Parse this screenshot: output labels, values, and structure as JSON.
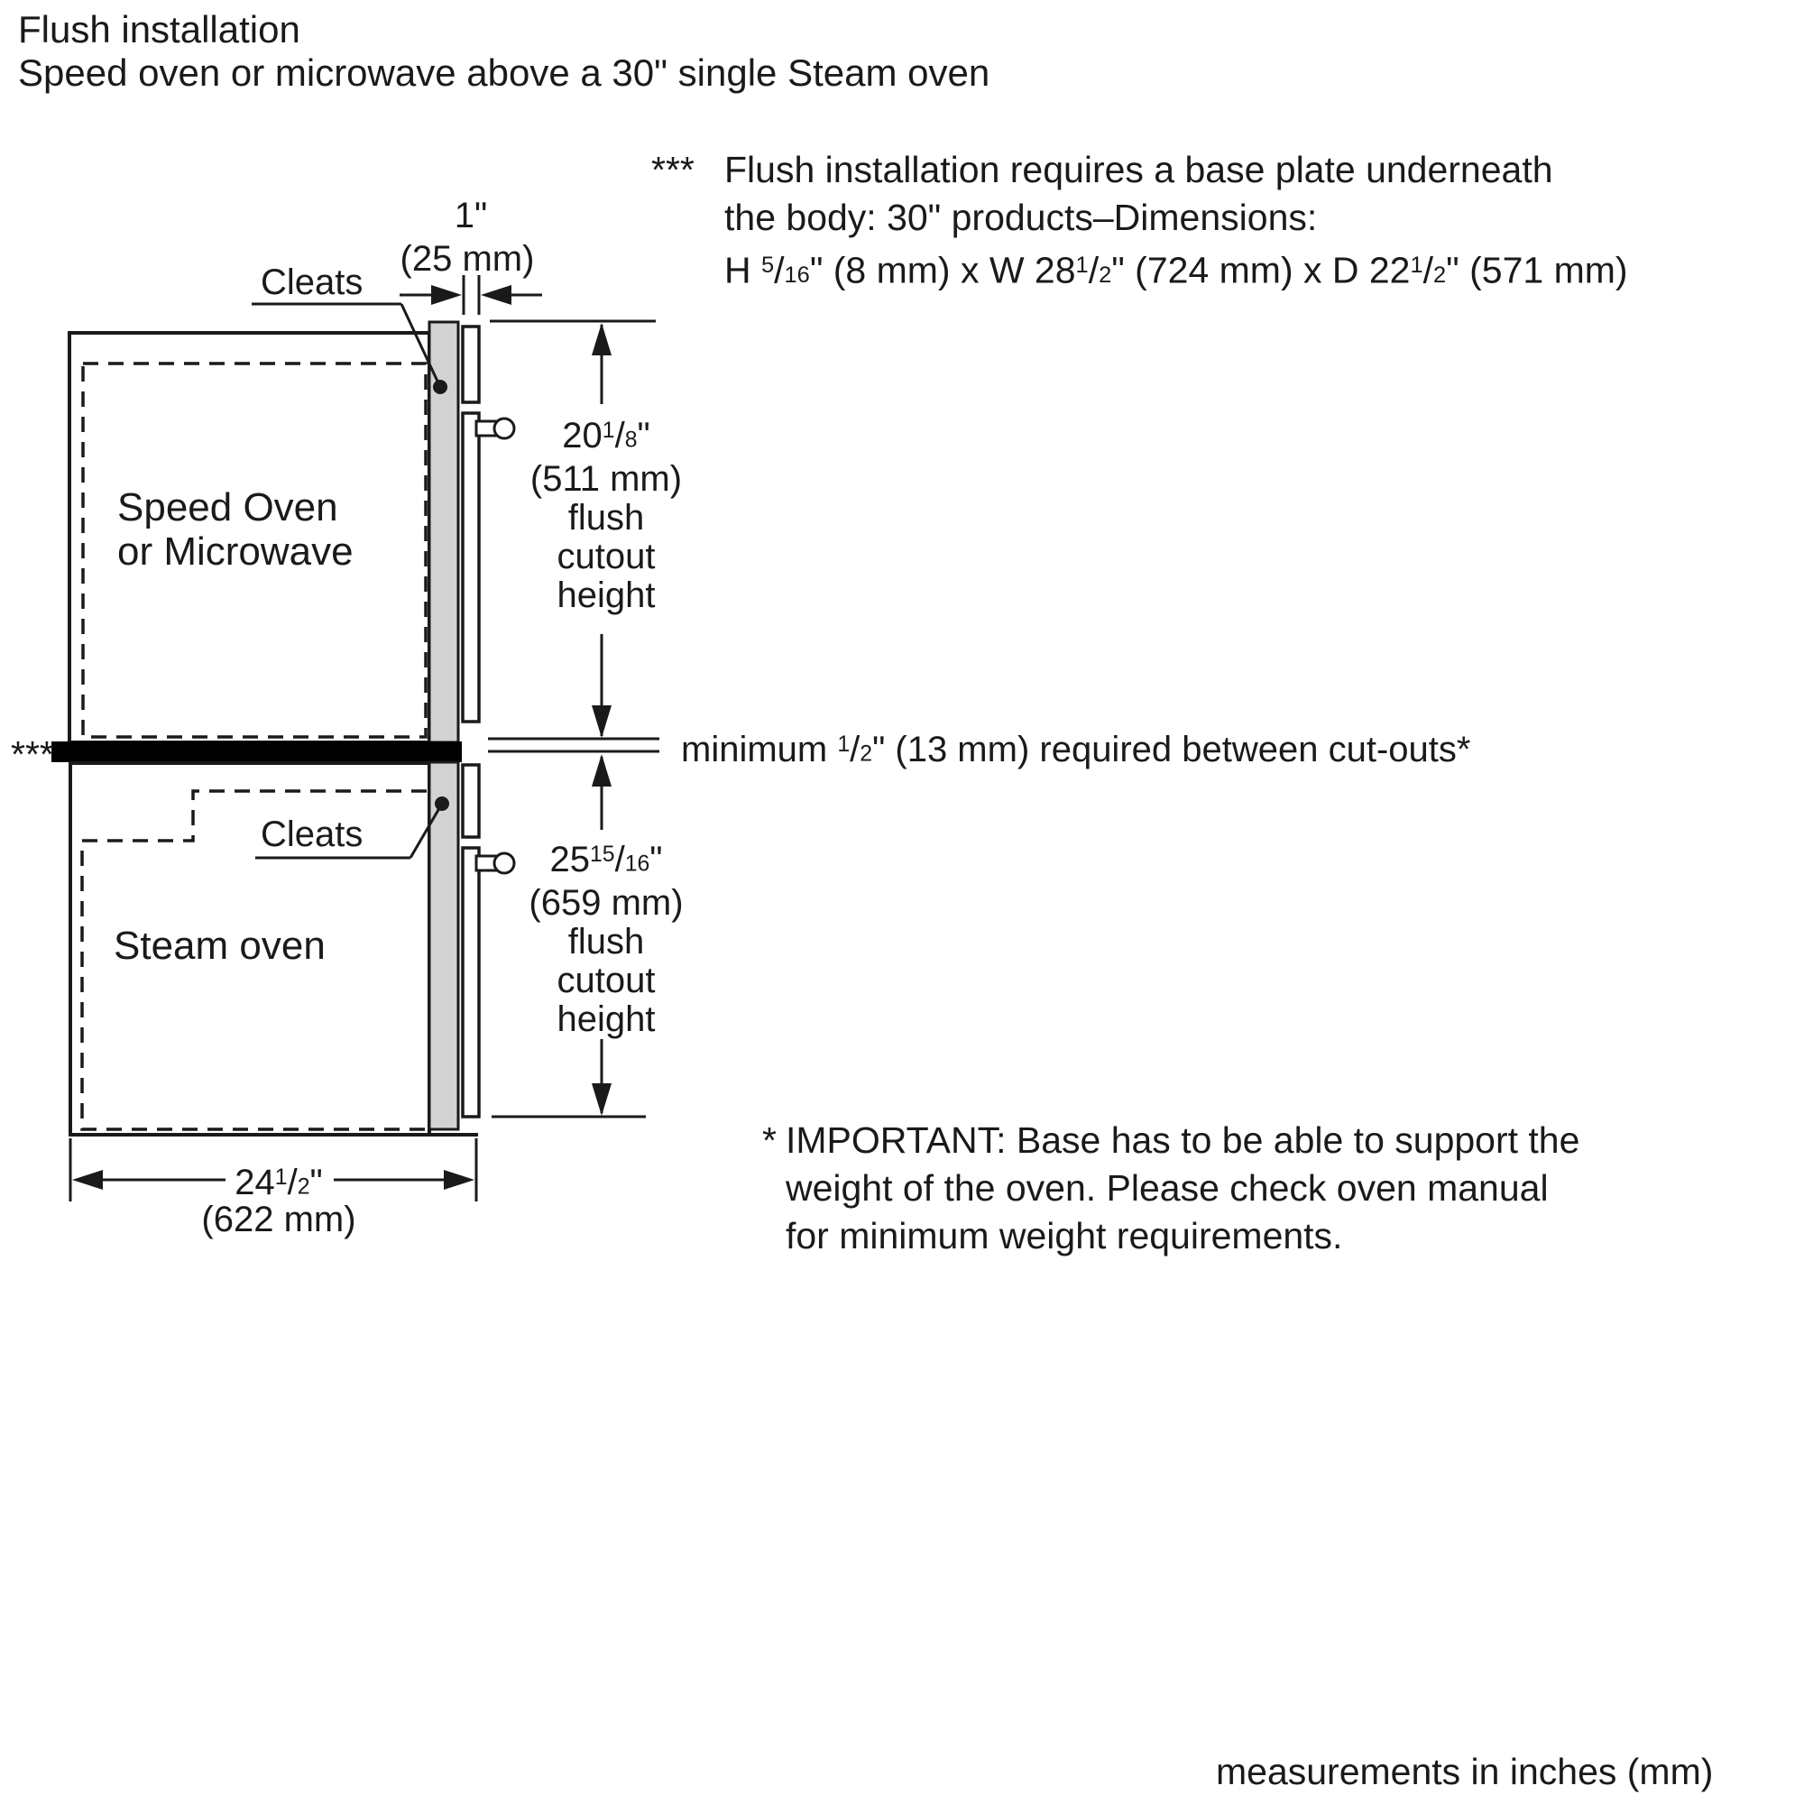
{
  "page": {
    "title_line1": "Flush installation",
    "title_line2": "Speed oven or microwave above a 30\" single Steam oven",
    "footer": "measurements in inches (mm)"
  },
  "notes": {
    "base_plate": {
      "marker": "***",
      "line1": "Flush installation requires a base plate underneath",
      "line2": "the body: 30\" products–Dimensions:",
      "dimensions_segments": [
        {
          "t": "H "
        },
        {
          "t": "5",
          "v": "sup"
        },
        {
          "t": "/"
        },
        {
          "t": "16",
          "v": "sub"
        },
        {
          "t": "\" (8 mm) x W 28"
        },
        {
          "t": "1",
          "v": "sup"
        },
        {
          "t": "/"
        },
        {
          "t": "2",
          "v": "sub"
        },
        {
          "t": "\" (724 mm) x D 22"
        },
        {
          "t": "1",
          "v": "sup"
        },
        {
          "t": "/"
        },
        {
          "t": "2",
          "v": "sub"
        },
        {
          "t": "\" (571 mm)"
        }
      ]
    },
    "between_cutouts": {
      "segments": [
        {
          "t": "minimum "
        },
        {
          "t": "1",
          "v": "sup"
        },
        {
          "t": "/"
        },
        {
          "t": "2",
          "v": "sub"
        },
        {
          "t": "\" (13 mm) required between cut-outs*"
        }
      ]
    },
    "left_marker": "***",
    "important": {
      "marker": "*",
      "line1": "IMPORTANT: Base has to be able to support the",
      "line2": "weight of the oven. Please check oven manual",
      "line3": "for minimum weight requirements."
    }
  },
  "diagram": {
    "upper_compartment_line1": "Speed Oven",
    "upper_compartment_line2": "or Microwave",
    "lower_compartment_label": "Steam oven",
    "cleats_label_upper": "Cleats",
    "cleats_label_lower": "Cleats",
    "dim_cleat_depth": {
      "inch": "1\"",
      "mm": "(25 mm)"
    },
    "dim_upper_cutout": {
      "value_segments": [
        {
          "t": "20"
        },
        {
          "t": "1",
          "v": "sup"
        },
        {
          "t": "/"
        },
        {
          "t": "8",
          "v": "sub"
        },
        {
          "t": "\""
        }
      ],
      "mm": "(511 mm)",
      "desc_line1": "flush",
      "desc_line2": "cutout",
      "desc_line3": "height"
    },
    "dim_lower_cutout": {
      "value_segments": [
        {
          "t": "25"
        },
        {
          "t": "15",
          "v": "sup"
        },
        {
          "t": "/"
        },
        {
          "t": "16",
          "v": "sub"
        },
        {
          "t": "\""
        }
      ],
      "mm": "(659 mm)",
      "desc_line1": "flush",
      "desc_line2": "cutout",
      "desc_line3": "height"
    },
    "dim_width": {
      "value_segments": [
        {
          "t": "24"
        },
        {
          "t": "1",
          "v": "sup"
        },
        {
          "t": "/"
        },
        {
          "t": "2",
          "v": "sub"
        },
        {
          "t": "\""
        }
      ],
      "mm": "(622 mm)"
    },
    "colors": {
      "panel_grey": "#d2d2d2",
      "line_black": "#1a1a1a",
      "divider_black": "#000000"
    }
  }
}
